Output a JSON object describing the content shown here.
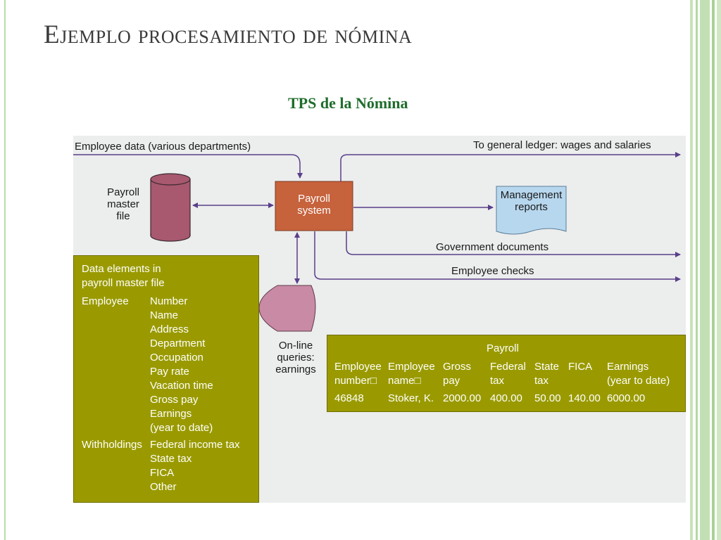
{
  "slide": {
    "title": "Ejemplo procesamiento de nómina",
    "subtitle": "TPS de la Nómina"
  },
  "diagram": {
    "employee_data": "Employee data (various departments)",
    "general_ledger": "To general ledger: wages and salaries",
    "payroll_master_file": [
      "Payroll",
      "master",
      "file"
    ],
    "payroll_system": [
      "Payroll",
      "system"
    ],
    "management_reports": [
      "Management",
      "reports"
    ],
    "government_documents": "Government documents",
    "employee_checks": "Employee checks",
    "online_queries": [
      "On-line",
      "queries:",
      "earnings"
    ],
    "data_elements": {
      "heading": [
        "Data elements in",
        "payroll master file"
      ],
      "employee_label": "Employee",
      "employee_items": [
        "Number",
        "Name",
        "Address",
        "Department",
        "Occupation",
        "Pay rate",
        "Vacation time",
        "Gross pay",
        "Earnings",
        "(year to date)"
      ],
      "withholdings_label": "Withholdings",
      "withholdings_items": [
        "Federal income tax",
        "State tax",
        "FICA",
        "Other"
      ]
    },
    "payroll_table": {
      "title": "Payroll",
      "headers": [
        [
          "Employee",
          "number□"
        ],
        [
          "Employee",
          "name□"
        ],
        [
          "Gross",
          "pay"
        ],
        [
          "Federal",
          "tax"
        ],
        [
          "State",
          "tax"
        ],
        [
          "FICA",
          ""
        ],
        [
          "Earnings",
          "(year to date)"
        ]
      ],
      "row": [
        "46848",
        "Stoker, K.",
        "2000.00",
        "400.00",
        "50.00",
        "140.00",
        "6000.00"
      ]
    }
  },
  "colors": {
    "title_text": "#3a3a3a",
    "subtitle_text": "#1f6d2c",
    "diagram_bg": "#eceded",
    "arrow": "#5a3f8a",
    "olive_box": "#9a9a00",
    "payroll_system_box": "#c6623c",
    "master_file": "#a8586f",
    "reports_doc": "#b7d7ee",
    "query_shape": "#c98aa6",
    "side_stripe": "#b9dcaa"
  }
}
